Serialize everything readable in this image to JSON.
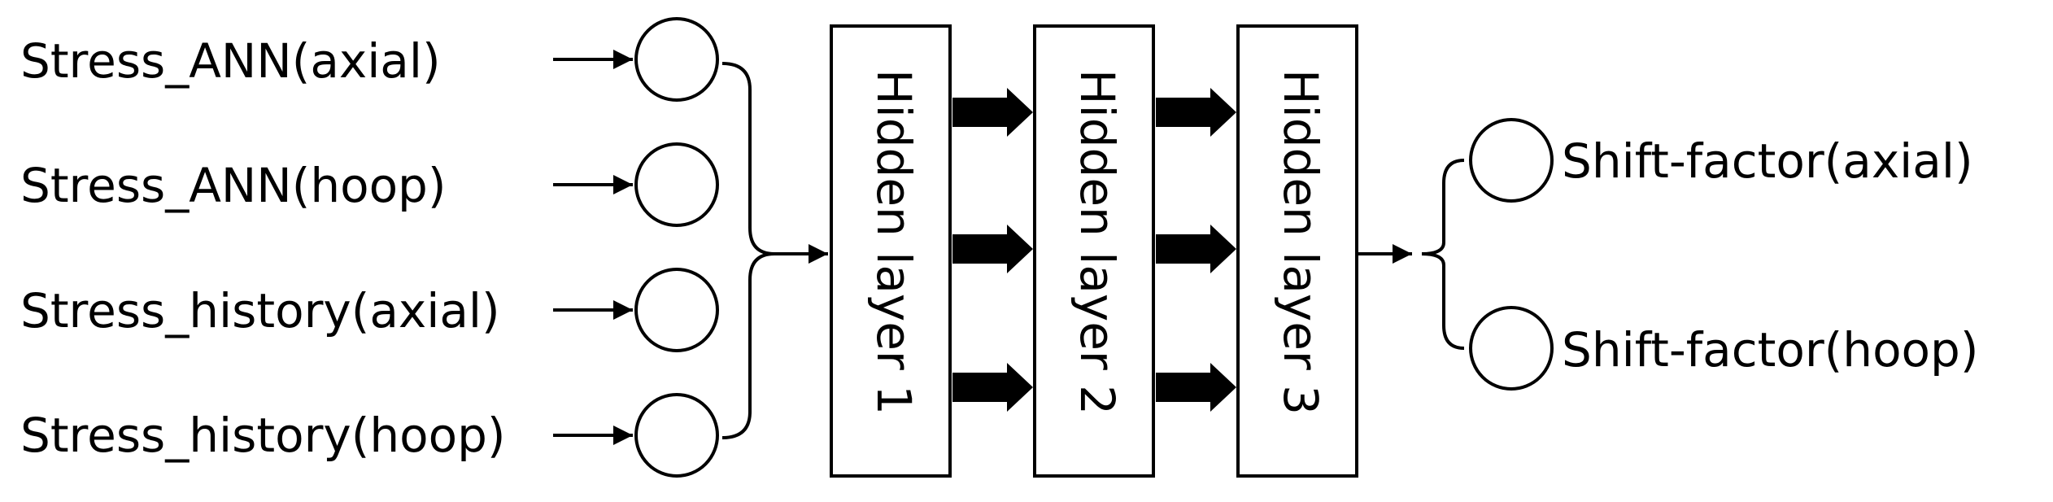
{
  "inputs": [
    {
      "label": "Stress_ANN(axial)"
    },
    {
      "label": "Stress_ANN(hoop)"
    },
    {
      "label": "Stress_history(axial)"
    },
    {
      "label": "Stress_history(hoop)"
    }
  ],
  "hidden_layers": [
    {
      "label": "Hidden layer 1"
    },
    {
      "label": "Hidden layer 2"
    },
    {
      "label": "Hidden layer 3"
    }
  ],
  "outputs": [
    {
      "label": "Shift-factor(axial)"
    },
    {
      "label": "Shift-factor(hoop)"
    }
  ],
  "colors": {
    "stroke": "#000000",
    "background": "#ffffff"
  }
}
